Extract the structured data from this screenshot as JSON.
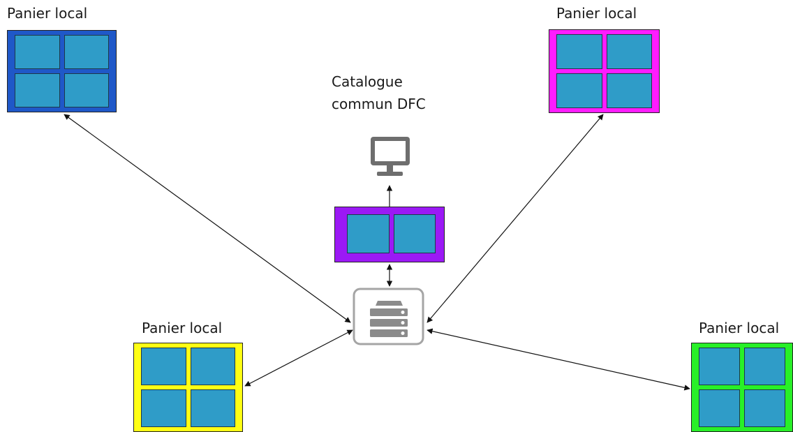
{
  "nodes": {
    "catalogue_label_line1": "Catalogue",
    "catalogue_label_line2": "commun DFC",
    "basket_top_left": {
      "label": "Panier local",
      "color": "#1f58c8"
    },
    "basket_top_right": {
      "label": "Panier local",
      "color": "#ff1cff"
    },
    "basket_bottom_left": {
      "label": "Panier local",
      "color": "#ffff14"
    },
    "basket_bottom_right": {
      "label": "Panier local",
      "color": "#28f028"
    },
    "catalogue_basket": {
      "color": "#9b19f5"
    },
    "tile_color": "#2f9cc8"
  },
  "icons": [
    "monitor-icon",
    "server-icon"
  ],
  "edges": [
    {
      "from": "server",
      "to": "basket_top_left",
      "direction": "both"
    },
    {
      "from": "server",
      "to": "basket_top_right",
      "direction": "both"
    },
    {
      "from": "server",
      "to": "basket_bottom_left",
      "direction": "both"
    },
    {
      "from": "server",
      "to": "basket_bottom_right",
      "direction": "both"
    },
    {
      "from": "server",
      "to": "catalogue_basket",
      "direction": "both"
    },
    {
      "from": "catalogue_basket",
      "to": "monitor",
      "direction": "forward"
    }
  ]
}
